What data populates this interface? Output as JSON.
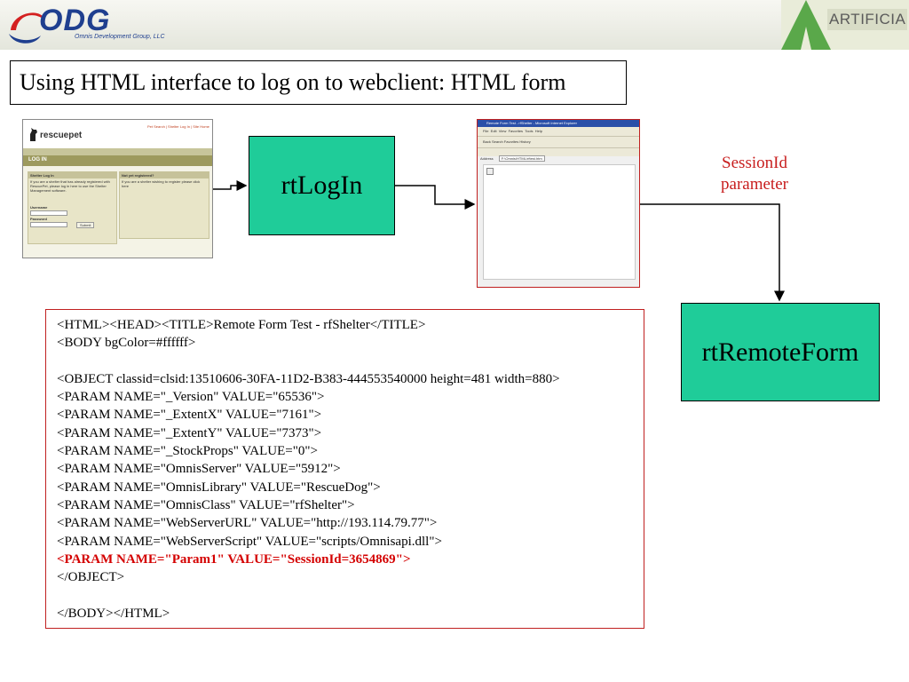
{
  "header": {
    "logo_left": "ODG",
    "logo_left_subtitle": "Omnis Development Group, LLC",
    "logo_right": "ARTIFICIA"
  },
  "title": "Using HTML interface to log on to webclient: HTML form",
  "screenshot_login": {
    "brand": "rescuepet",
    "top_links": "Pet Search | Shelter Log In | Site Home",
    "heading": "LOG IN",
    "panel_left_title": "Shelter Log In",
    "panel_left_text": "If you are a shelter that has already registered with RescuePet, please log in here to use the Shelter Management software.",
    "username_label": "Username",
    "password_label": "Password",
    "submit_label": "Submit",
    "panel_right_title": "Not yet registered?",
    "panel_right_text": "If you are a shelter wishing to register please click here"
  },
  "screenshot_browser": {
    "window_title": "Remote Form Test - rfShelter - Microsoft Internet Explorer",
    "menu": "File  Edit  View  Favorites  Tools  Help",
    "toolbar": "Back  Search  Favorites  History",
    "address_label": "Address",
    "address_value": "F:\\Omnis\\HTML\\rftest.htm"
  },
  "boxes": {
    "rtlogin": "rtLogIn",
    "rtremoteform": "rtRemoteForm"
  },
  "session_label": {
    "line1": "SessionId",
    "line2": "parameter"
  },
  "code": {
    "lines": [
      "<HTML><HEAD><TITLE>Remote Form Test - rfShelter</TITLE>",
      "<BODY bgColor=#ffffff>",
      "",
      "<OBJECT classid=clsid:13510606-30FA-11D2-B383-444553540000 height=481 width=880>",
      "<PARAM NAME=\"_Version\" VALUE=\"65536\">",
      "<PARAM NAME=\"_ExtentX\" VALUE=\"7161\">",
      "<PARAM NAME=\"_ExtentY\" VALUE=\"7373\">",
      "<PARAM NAME=\"_StockProps\" VALUE=\"0\">",
      "<PARAM NAME=\"OmnisServer\" VALUE=\"5912\">",
      "<PARAM NAME=\"OmnisLibrary\" VALUE=\"RescueDog\">",
      "<PARAM NAME=\"OmnisClass\" VALUE=\"rfShelter\">",
      "<PARAM NAME=\"WebServerURL\" VALUE=\"http://193.114.79.77\">",
      "<PARAM NAME=\"WebServerScript\" VALUE=\"scripts/Omnisapi.dll\">",
      "<PARAM NAME=\"Param1\" VALUE=\"SessionId=3654869\">",
      "</OBJECT>",
      "",
      "</BODY></HTML>"
    ],
    "highlight_index": 13,
    "highlight_color": "#d40000"
  },
  "colors": {
    "box_fill": "#1fcc99",
    "accent_red": "#c81e1e"
  }
}
